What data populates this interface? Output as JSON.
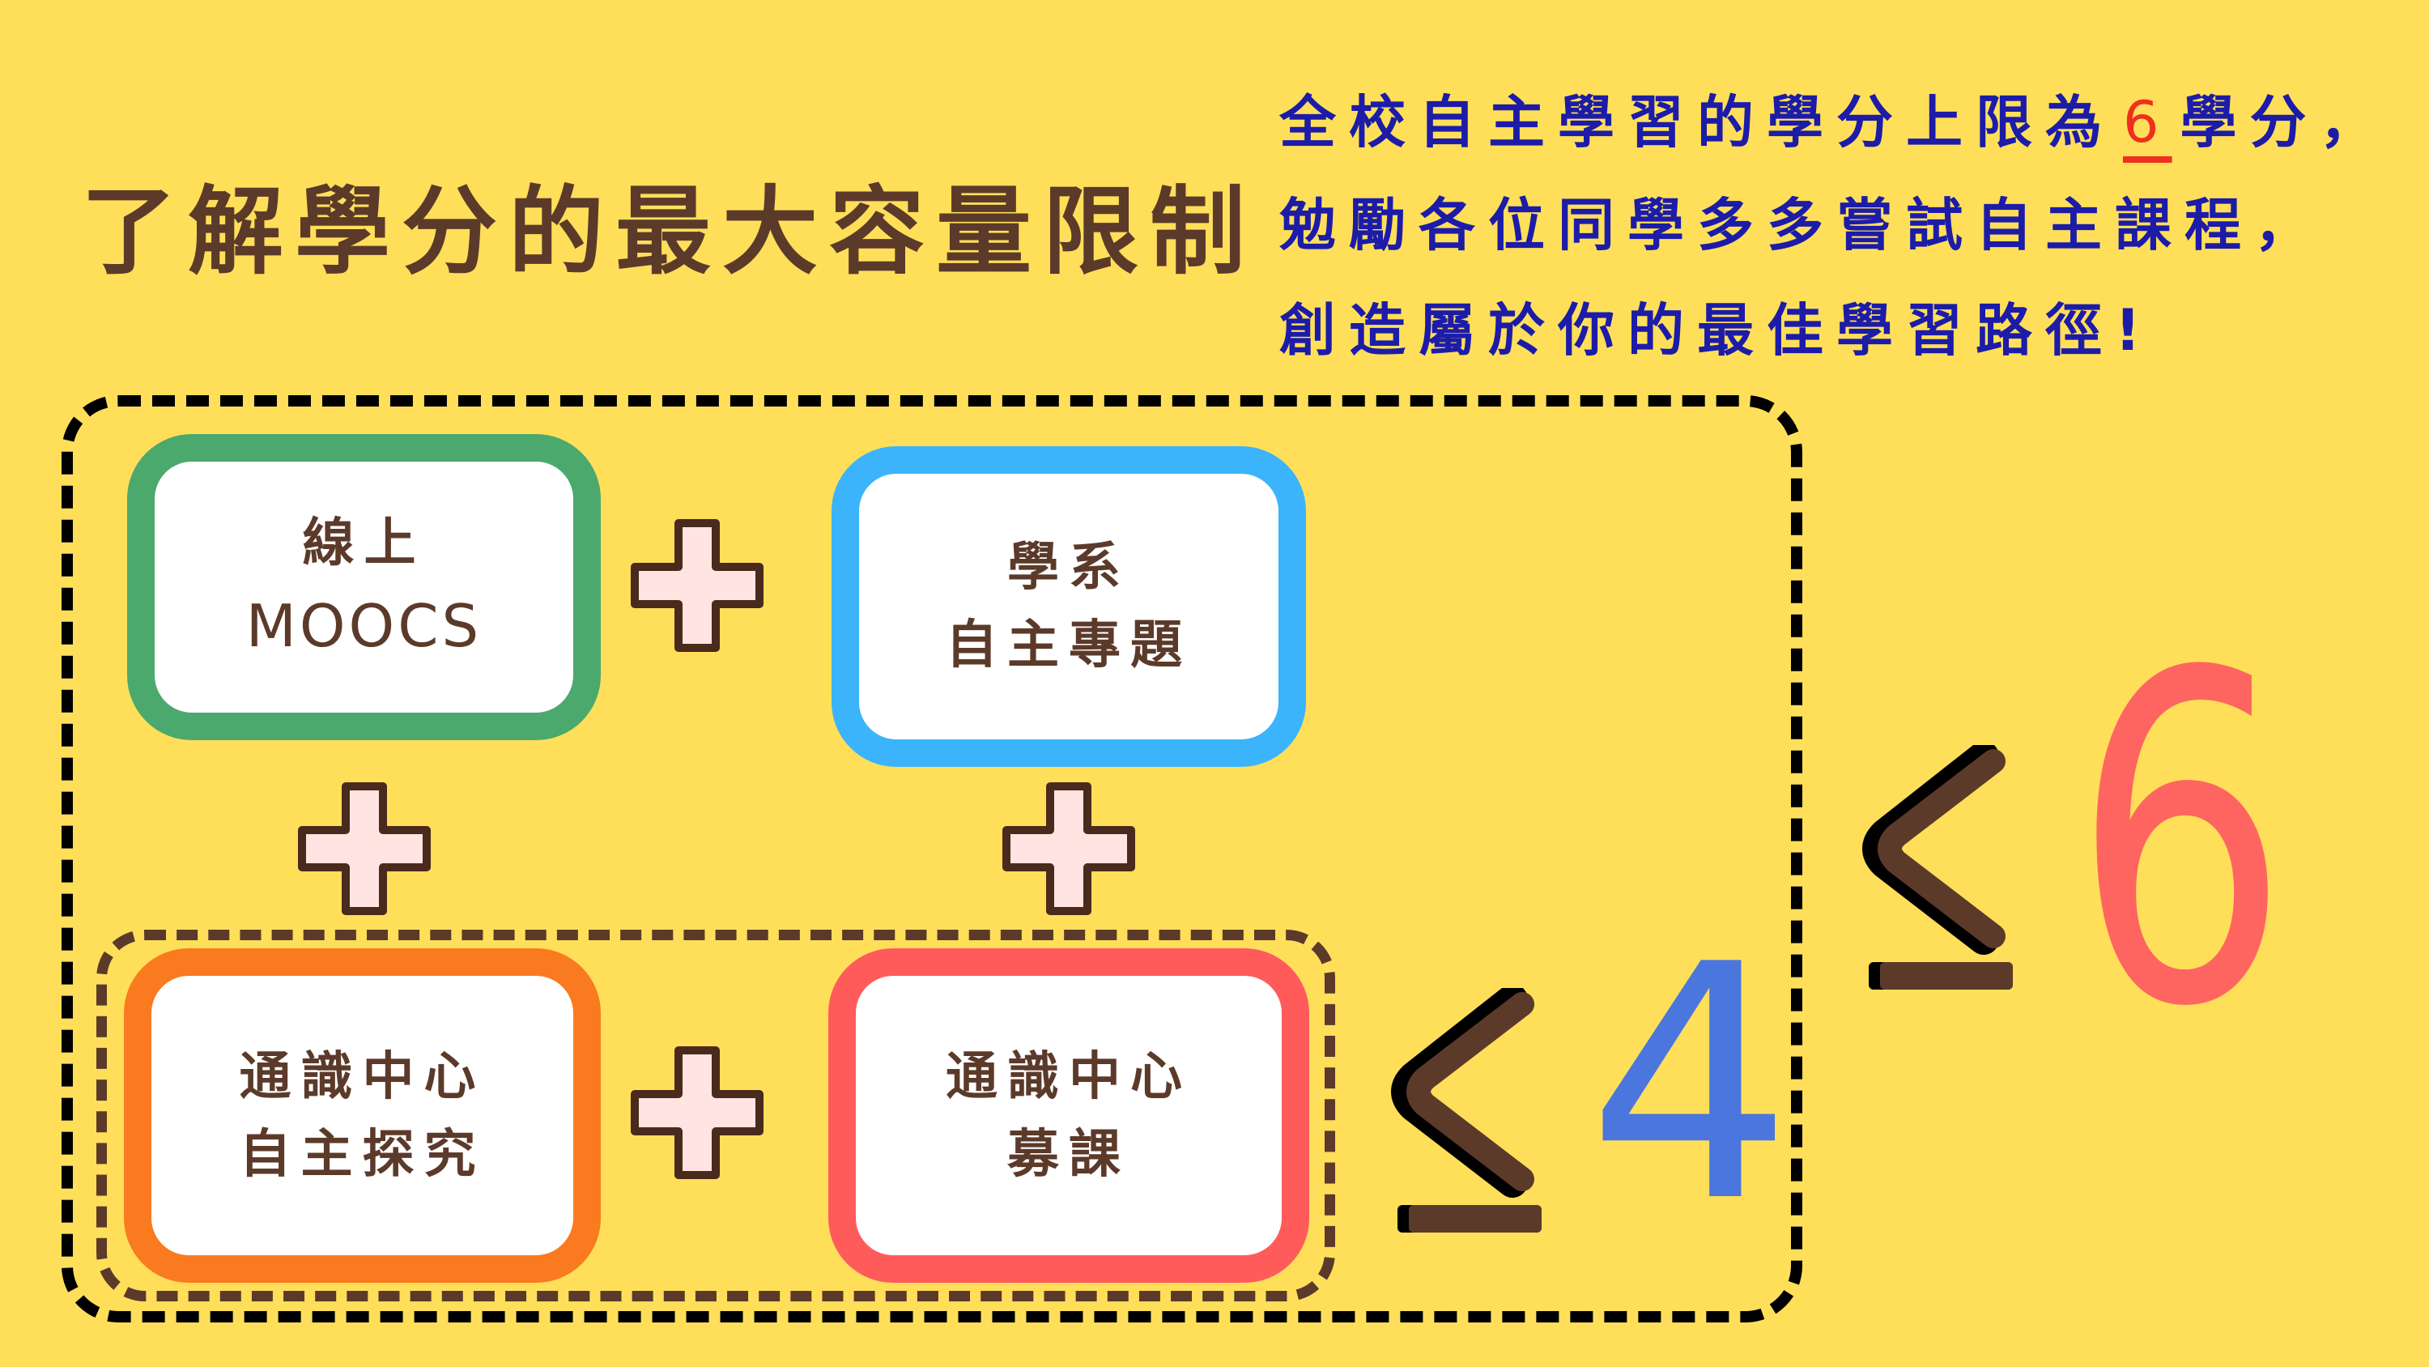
{
  "title": "了解學分的最大容量限制",
  "note": {
    "line1_prefix": "全校自主學習的學分上限為",
    "line1_value": "6",
    "line1_suffix": "學分，",
    "line2": "勉勵各位同學多多嘗試自主課程，",
    "line3": "創造屬於你的最佳學習路徑!"
  },
  "cards": [
    {
      "line1": "線上",
      "line2": "MOOCS",
      "border_color": "#4BA96E"
    },
    {
      "line1": "學系",
      "line2": "自主專題",
      "border_color": "#3BB4FB"
    },
    {
      "line1": "通識中心",
      "line2": "自主探究",
      "border_color": "#FA7A20"
    },
    {
      "line1": "通識中心",
      "line2": "募課",
      "border_color": "#FF5B5B"
    }
  ],
  "limits": {
    "inner": {
      "symbol": "≤",
      "value": "4",
      "color": "#4A76DE"
    },
    "outer": {
      "symbol": "≤",
      "value": "6",
      "color": "#FF6560"
    }
  },
  "colors": {
    "background": "#FFDF5A",
    "title": "#5C3A2A",
    "note": "#1C1CA8",
    "plus_fill": "#FFE4E1",
    "plus_stroke": "#4A2A1C"
  }
}
